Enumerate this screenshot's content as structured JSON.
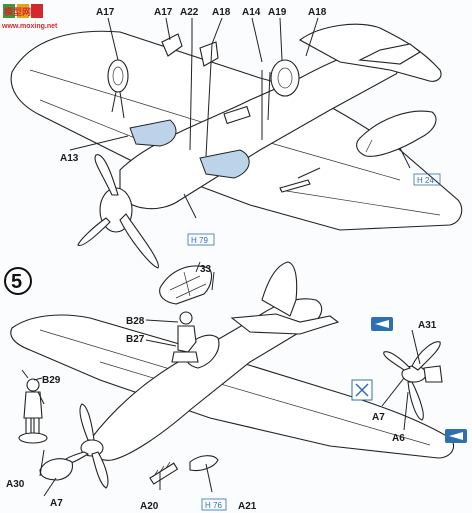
{
  "watermark": {
    "brand": "模型网",
    "url": "www.moxing.net"
  },
  "step": {
    "number": "5"
  },
  "ref_boxes": {
    "top": "H 79",
    "top_right": "H 24",
    "bottom": "H 76"
  },
  "labels": {
    "a17_left": "A17",
    "a17_mid": "A17",
    "a22": "A22",
    "a18_mid": "A18",
    "a14": "A14",
    "a19": "A19",
    "a18_right": "A18",
    "a13": "A13",
    "n33": "33",
    "b28": "B28",
    "b27": "B27",
    "b29": "B29",
    "a30": "A30",
    "a7_bottom": "A7",
    "a20": "A20",
    "a21": "A21",
    "a31": "A31",
    "a7_right": "A7",
    "a6": "A6"
  },
  "colors": {
    "highlight": "#bcd3ea",
    "ref_blue": "#2d6fb3",
    "brand_red": "#d22a2a"
  },
  "icons": [
    "glue-tube-icon",
    "no-glue-icon",
    "glue-tube-icon"
  ]
}
